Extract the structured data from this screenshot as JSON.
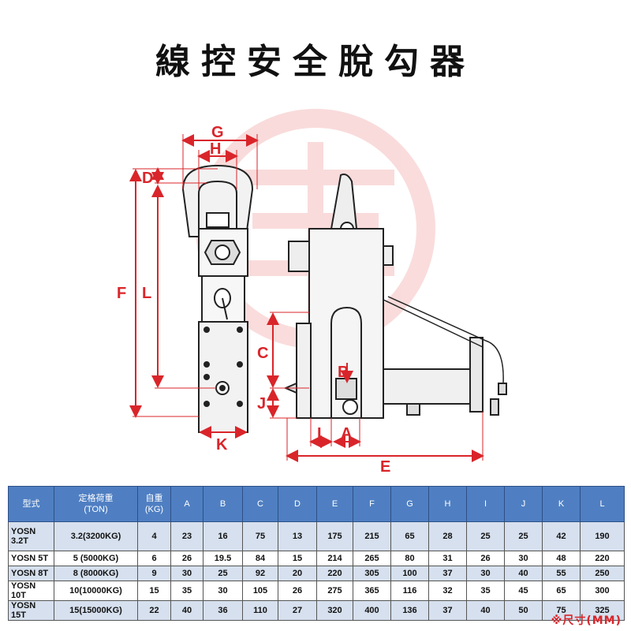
{
  "title": "線控安全脫勾器",
  "dimension_labels": {
    "G": "G",
    "H": "H",
    "D": "D",
    "F": "F",
    "L": "L",
    "K": "K",
    "C": "C",
    "B": "B",
    "J": "J",
    "I": "I",
    "A": "A",
    "E": "E"
  },
  "colors": {
    "dimension": "#d9252a",
    "header": "#4f7fc2",
    "row_alt": "#d6e0ee"
  },
  "table": {
    "headers": [
      "型式",
      "定格荷重\n(TON)",
      "自重\n(KG)",
      "A",
      "B",
      "C",
      "D",
      "E",
      "F",
      "G",
      "H",
      "I",
      "J",
      "K",
      "L"
    ],
    "rows": [
      [
        "YOSN\n3.2T",
        "3.2(3200KG)",
        "4",
        "23",
        "16",
        "75",
        "13",
        "175",
        "215",
        "65",
        "28",
        "25",
        "25",
        "42",
        "190"
      ],
      [
        "YOSN 5T",
        "5 (5000KG)",
        "6",
        "26",
        "19.5",
        "84",
        "15",
        "214",
        "265",
        "80",
        "31",
        "26",
        "30",
        "48",
        "220"
      ],
      [
        "YOSN 8T",
        "8 (8000KG)",
        "9",
        "30",
        "25",
        "92",
        "20",
        "220",
        "305",
        "100",
        "37",
        "30",
        "40",
        "55",
        "250"
      ],
      [
        "YOSN 10T",
        "10(10000KG)",
        "15",
        "35",
        "30",
        "105",
        "26",
        "275",
        "365",
        "116",
        "32",
        "35",
        "45",
        "65",
        "300"
      ],
      [
        "YOSN 15T",
        "15(15000KG)",
        "22",
        "40",
        "36",
        "110",
        "27",
        "320",
        "400",
        "136",
        "37",
        "40",
        "50",
        "75",
        "325"
      ]
    ]
  },
  "unit_note": "※尺寸(MM)"
}
